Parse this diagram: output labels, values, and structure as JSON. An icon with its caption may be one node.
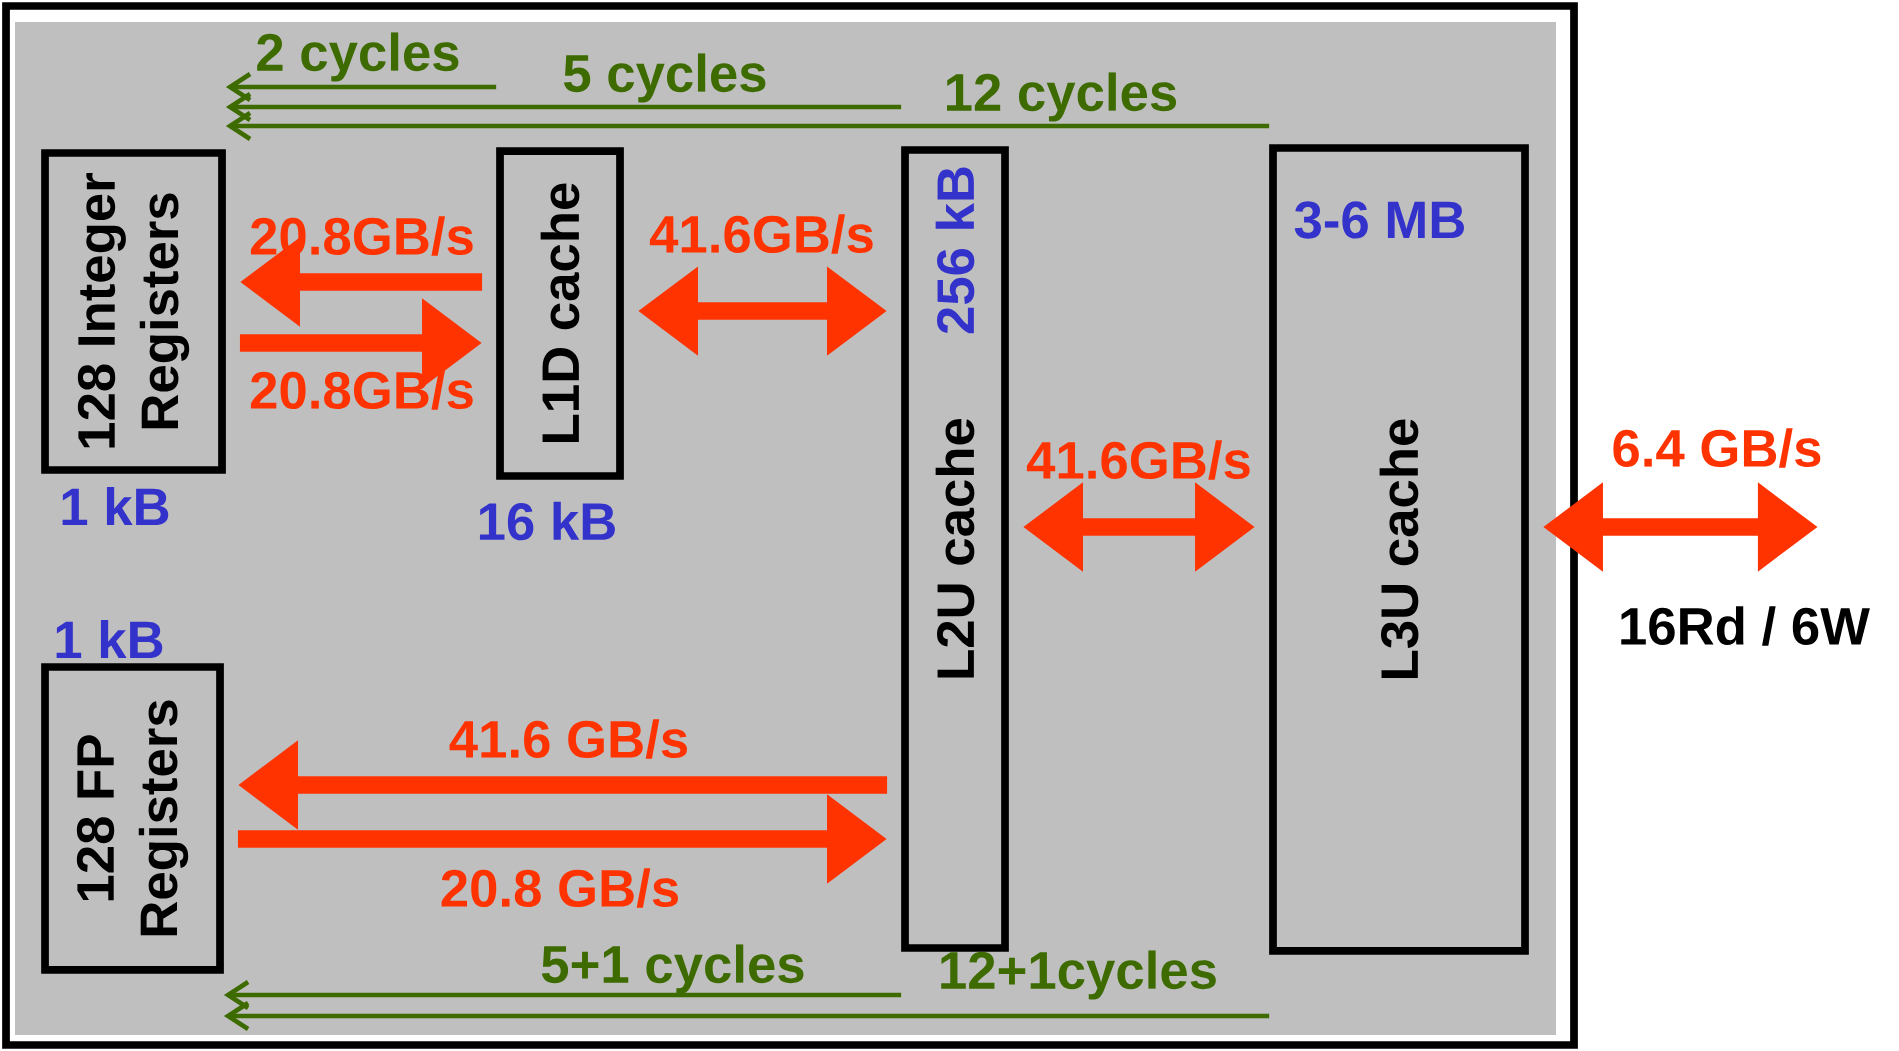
{
  "diagram": {
    "nodes": [
      {
        "text": [
          "128 Integer Registers"
        ],
        "beside": [
          "1 kB"
        ]
      },
      {
        "text": [
          "L1D cache"
        ],
        "beside": [
          "16 kB"
        ]
      },
      {
        "text": [
          "L2U cache",
          "256 kB"
        ]
      },
      {
        "text": [
          "L3U cache",
          "3-6 MB"
        ]
      },
      {
        "text": [
          "128 FP Registers"
        ],
        "beside": [
          "1 kB"
        ]
      }
    ],
    "edges": [
      {
        "from": 1,
        "to": 0,
        "arrow": "to",
        "label": "2 cycles",
        "color": "#3d6b00"
      },
      {
        "from": 2,
        "to": 0,
        "arrow": "to",
        "label": "5 cycles",
        "color": "#3d6b00"
      },
      {
        "from": 3,
        "to": 0,
        "arrow": "to",
        "label": "12 cycles",
        "color": "#3d6b00"
      },
      {
        "from": 1,
        "to": 0,
        "arrow": "to",
        "label": "20.8GB/s"
      },
      {
        "from": 0,
        "to": 1,
        "arrow": "to",
        "label": "20.8GB/s"
      },
      {
        "from": 1,
        "to": 2,
        "arrow": "both",
        "label": "41.6GB/s"
      },
      {
        "from": 2,
        "to": 3,
        "arrow": "both",
        "label": "41.6GB/s"
      },
      {
        "from": 3,
        "to": null,
        "arrow": "both",
        "label": "6.4 GB/s"
      },
      {
        "from": 2,
        "to": 4,
        "arrow": "to",
        "label": "41.6 GB/s"
      },
      {
        "from": 4,
        "to": 2,
        "arrow": "to",
        "label": "20.8 GB/s"
      },
      {
        "from": 2,
        "to": 4,
        "arrow": "to",
        "label": "5+1 cycles",
        "color": "#3d6b00"
      },
      {
        "from": 3,
        "to": 4,
        "arrow": "to",
        "label": "12+1cycles",
        "color": "#3d6b00"
      }
    ],
    "labels": [
      "16Rd / 6W"
    ]
  }
}
